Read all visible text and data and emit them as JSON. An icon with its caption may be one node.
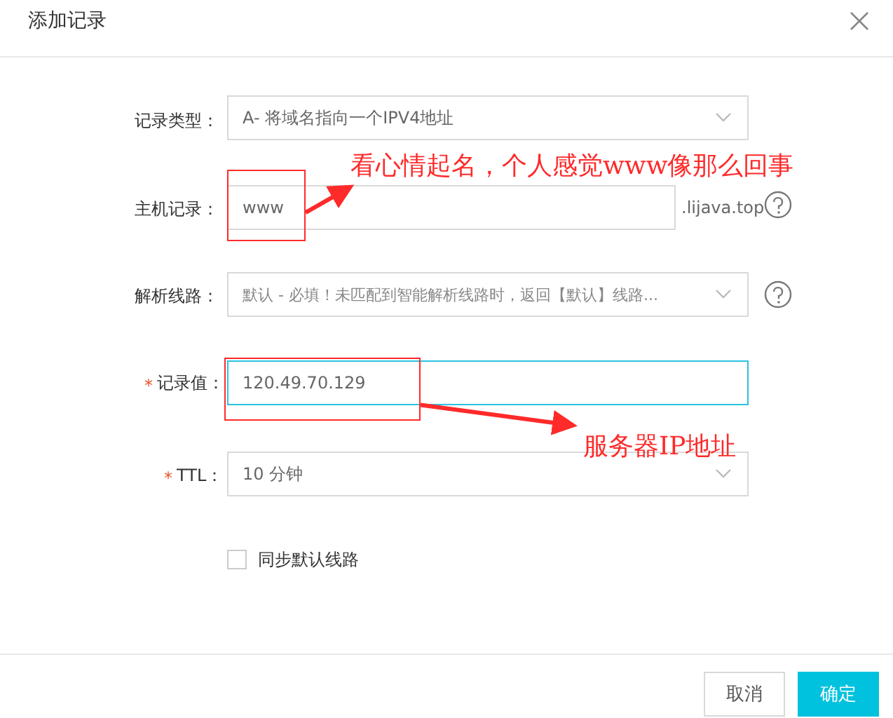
{
  "diagram": {
    "title": "添加记录",
    "nodes": [
      {
        "text": [],
        "shape": "box"
      },
      {
        "text": [
          "看心情起名，个人感觉www像那么回事"
        ]
      },
      {
        "text": [],
        "shape": "box"
      },
      {
        "text": [
          "服务器IP地址"
        ]
      }
    ],
    "edges": [
      {
        "from": 0,
        "to": 1,
        "arrow": "to",
        "color": "#ff2a2a"
      },
      {
        "from": 2,
        "to": 3,
        "arrow": "to",
        "color": "#ff2a2a"
      }
    ],
    "labels": [
      "记录类型：",
      "A- 将域名指向一个IPV4地址",
      "主机记录：",
      "www",
      ".lijava.top",
      "解析线路：",
      "默认 - 必填！未匹配到智能解析线路时，返回【默认】线路...",
      "*",
      "记录值：",
      "120.49.70.129",
      "*",
      "TTL：",
      "10 分钟",
      "同步默认线路",
      "取消",
      "确定"
    ]
  }
}
